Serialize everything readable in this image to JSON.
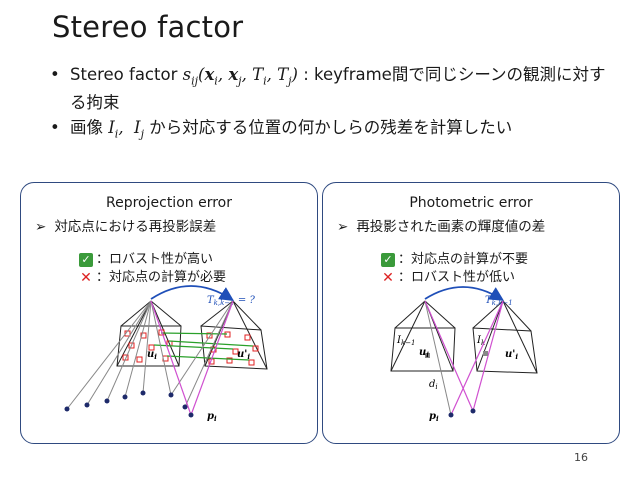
{
  "slide": {
    "title": "Stereo factor",
    "page_number": "16",
    "bullets": [
      {
        "prefix": "Stereo factor ",
        "math": "s_ij(x_i, x_j, T_i, T_j)",
        "suffix": " : keyframe間で同じシーンの観測に対する拘束"
      },
      {
        "prefix": "画像 ",
        "math": "I_i,  I_j",
        "suffix": " から対応する位置の何かしらの残差を計算したい"
      }
    ]
  },
  "left_panel": {
    "title": "Reprojection error",
    "subtitle": "対応点における再投影誤差",
    "pro": "：ロバスト性が高い",
    "con": "：対応点の計算が必要",
    "labels": {
      "transform": "T_{k,k−1} = ?",
      "u_left": "u_i",
      "u_right": "u'_i",
      "point": "p_i"
    }
  },
  "right_panel": {
    "title": "Photometric error",
    "subtitle": "再投影された画素の輝度値の差",
    "pro": "：対応点の計算が不要",
    "con": "：ロバスト性が低い",
    "labels": {
      "transform": "T_{k,k−1}",
      "img_prev": "I_{k−1}",
      "img_cur": "I_k",
      "u_left": "u_i",
      "u_right": "u'_i",
      "depth": "d_i",
      "point": "p_i"
    }
  },
  "icons": {
    "check": "check-mark-icon",
    "cross": "cross-mark-icon",
    "arrow": "arrowhead-bullet-icon"
  },
  "colors": {
    "border": "#2f4a80",
    "arc": "#1f4fb8",
    "red_marker": "#e02020",
    "green_match": "#2aa02a",
    "pink_ray": "#d050d0",
    "gray_ray": "#888888",
    "navy_point": "#1e2a6a"
  }
}
